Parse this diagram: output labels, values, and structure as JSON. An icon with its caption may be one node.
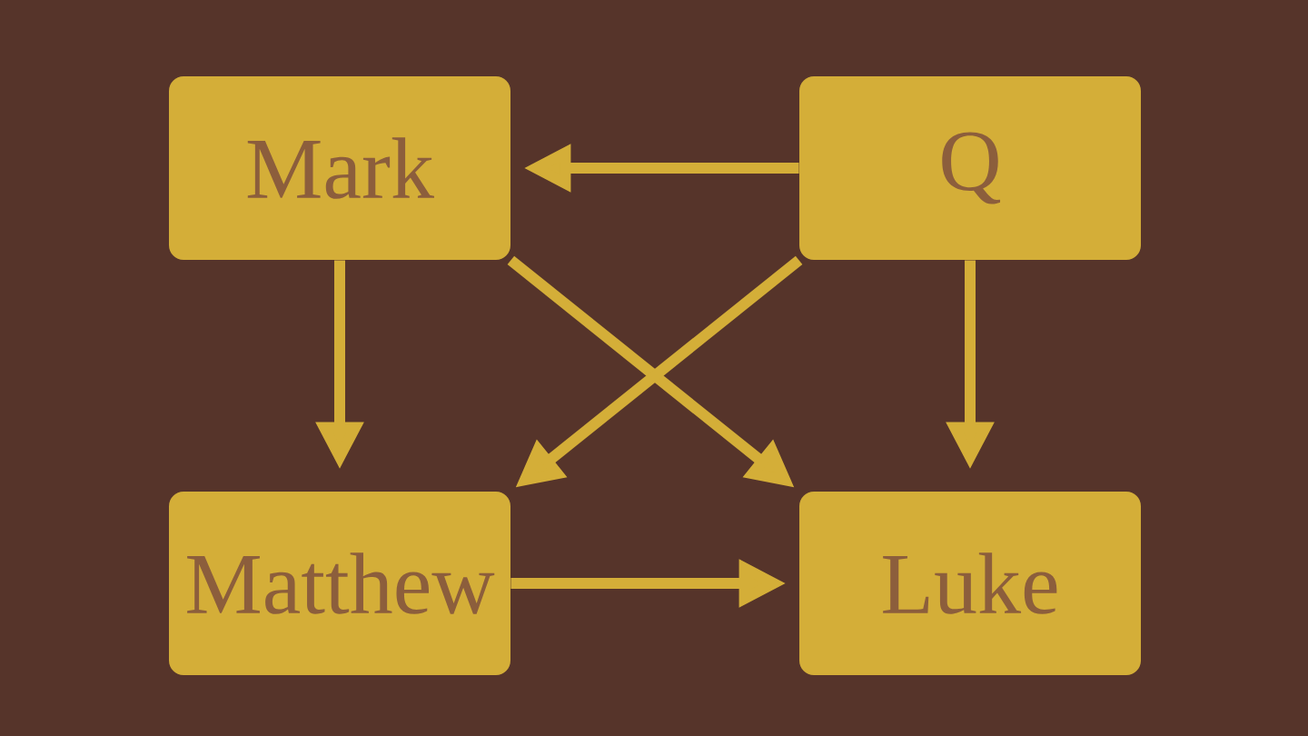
{
  "diagram": {
    "nodes": [
      {
        "text": [
          "Mark"
        ]
      },
      {
        "text": [
          "Q"
        ]
      },
      {
        "text": [
          "Matthew"
        ]
      },
      {
        "text": [
          "Luke"
        ]
      }
    ],
    "edges": [
      {
        "from": 1,
        "to": 0,
        "arrow": "to"
      },
      {
        "from": 0,
        "to": 2,
        "arrow": "to"
      },
      {
        "from": 0,
        "to": 3,
        "arrow": "to"
      },
      {
        "from": 1,
        "to": 2,
        "arrow": "to"
      },
      {
        "from": 1,
        "to": 3,
        "arrow": "to"
      },
      {
        "from": 2,
        "to": 3,
        "arrow": "to"
      }
    ]
  }
}
